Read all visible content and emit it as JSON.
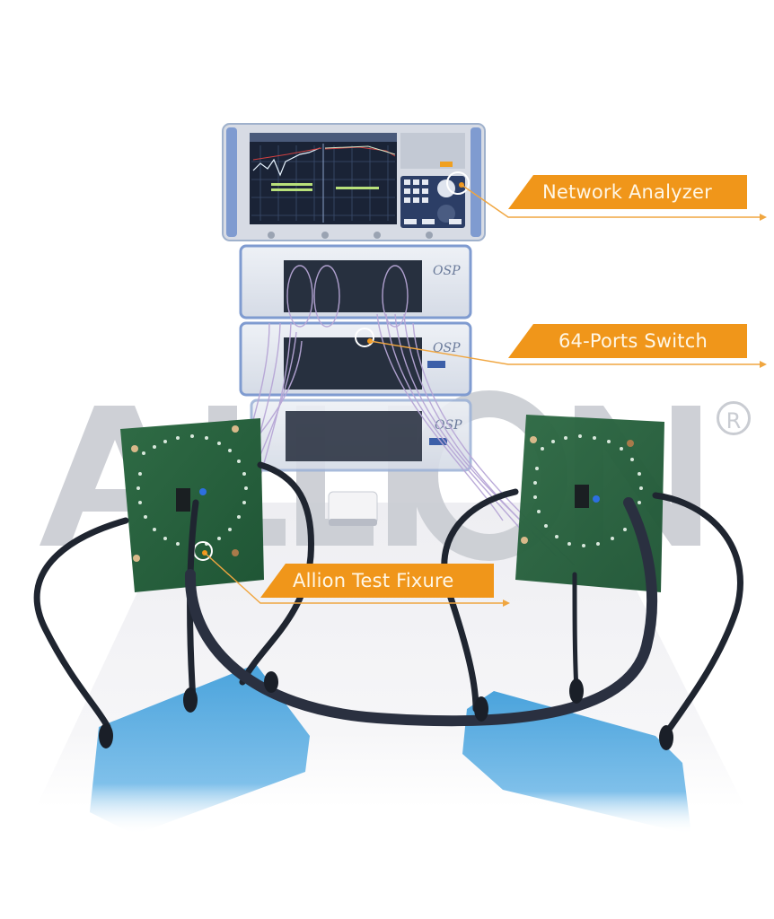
{
  "image": {
    "description": "Product photo of an RF test setup: network analyzer on top of a stack of three 64-port switch units, cabled to two green PCB antenna test fixtures on gooseneck stands over blue base plates, with an ALLION watermark",
    "watermark": {
      "text": "ALLION",
      "registered_mark": "R",
      "color": "#c9ccd2"
    },
    "accent_color": "#f0961a"
  },
  "callouts": [
    {
      "label": "Network Analyzer",
      "target": "network-analyzer"
    },
    {
      "label": "64-Ports Switch",
      "target": "switch-stack"
    },
    {
      "label": "Allion Test Fixure",
      "target": "test-fixture"
    }
  ],
  "equipment": {
    "analyzer": {
      "screen_traces": [
        "S-parameter trace (left)",
        "S-parameter trace (right)"
      ]
    },
    "switch_units": [
      {
        "brand_mark": "OSP"
      },
      {
        "brand_mark": "OSP"
      },
      {
        "brand_mark": "OSP"
      }
    ],
    "fixtures": [
      "left-fixture",
      "right-fixture"
    ]
  }
}
